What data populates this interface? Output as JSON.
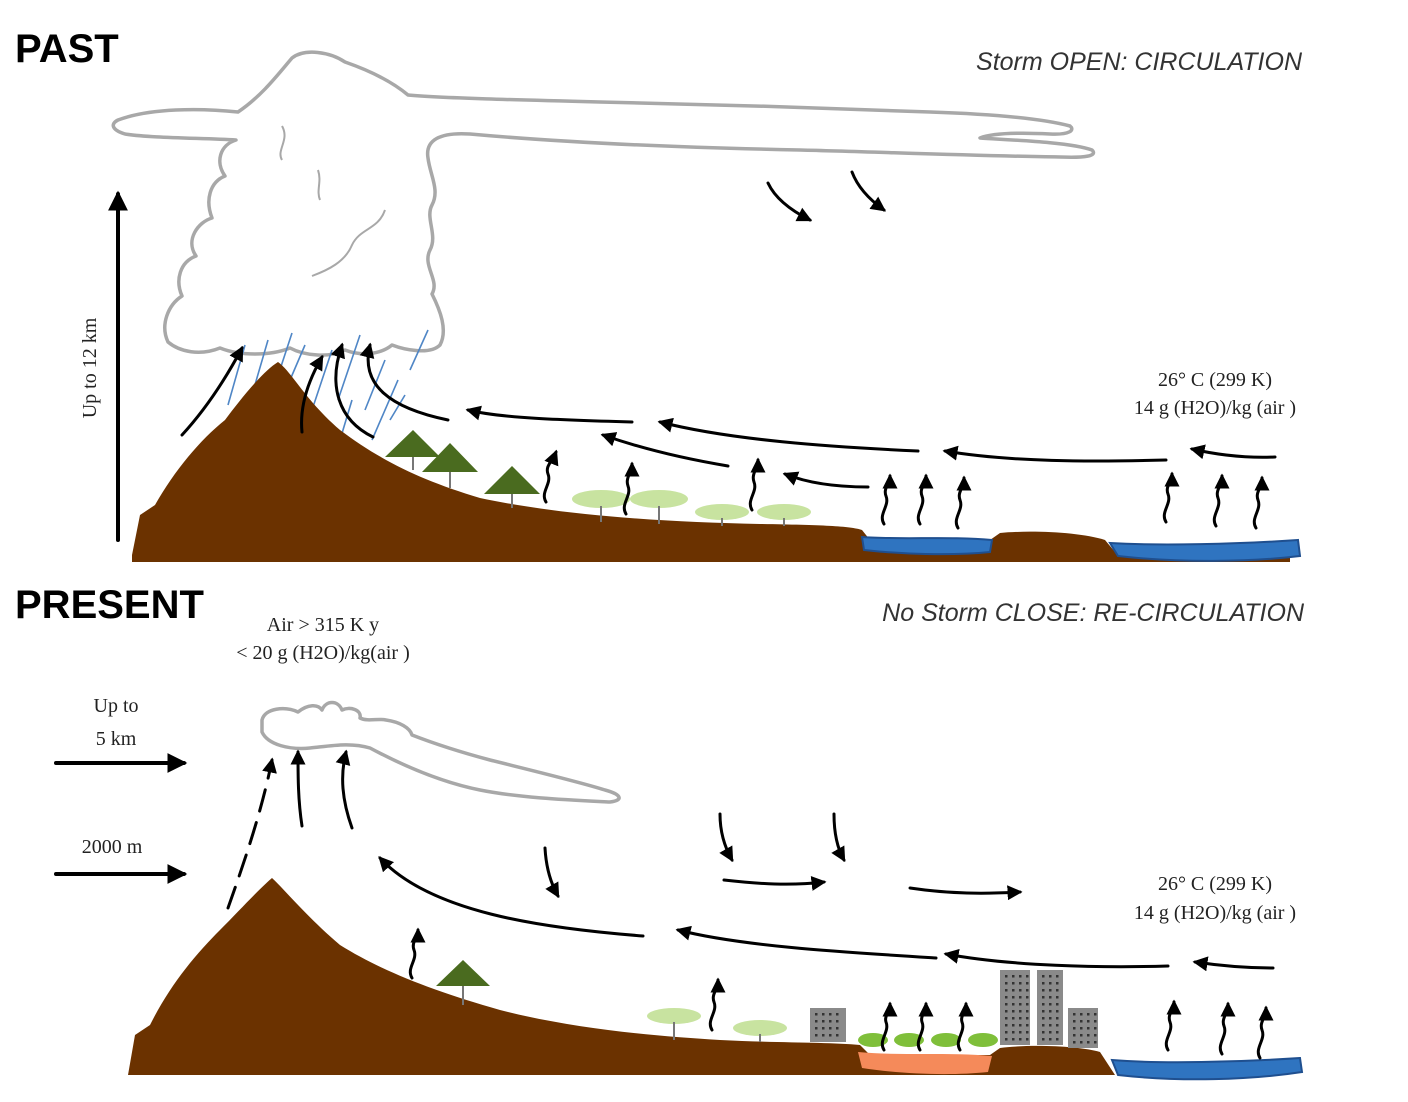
{
  "panels": {
    "past": {
      "heading": "PAST",
      "mode": "Storm OPEN: CIRCULATION",
      "height_label": "Up to 12 km",
      "sea_air_line1": "26° C (299 K)",
      "sea_air_line2": "14 g (H2O)/kg (air   )"
    },
    "present": {
      "heading": "PRESENT",
      "mode": "No Storm CLOSE: RE-CIRCULATION",
      "warm_air_line1": "Air     > 315 K y",
      "warm_air_line2": "< 20 g (H2O)/kg(air   )",
      "upper_flow_line1": "Up to",
      "upper_flow_line2": "5 km",
      "lower_flow": "2000 m",
      "sea_air_line1": "26° C (299 K)",
      "sea_air_line2": "14 g (H2O)/kg (air   )"
    }
  },
  "colors": {
    "ground": "#6b3200",
    "water": "#2f74c0",
    "cloud_outline": "#a8a8a8",
    "rain": "#4f86c6",
    "pine": "#4a6b1f",
    "canopy": "#c8e3a0",
    "bush": "#7fbf3a",
    "heat_island": "#f58a5a",
    "building": "#8a8a8a"
  },
  "icons": [
    "pine-tree-icon",
    "canopy-tree-icon",
    "building-icon",
    "evaporation-arrow-icon",
    "rain-icon",
    "cloud-icon"
  ]
}
